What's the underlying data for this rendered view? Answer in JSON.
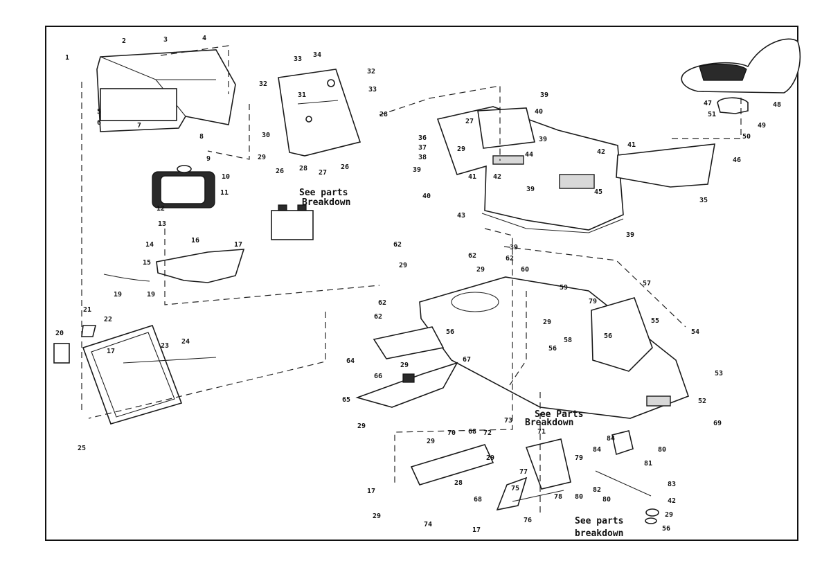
{
  "notes": {
    "see_parts_breakdown_1": [
      "See parts",
      "Breakdown"
    ],
    "see_parts_breakdown_2": [
      "See Parts",
      "Breakdown"
    ],
    "see_parts_breakdown_3": [
      "See parts",
      "breakdown"
    ]
  },
  "callouts": [
    "1",
    "2",
    "3",
    "4",
    "5",
    "6",
    "7",
    "8",
    "9",
    "10",
    "11",
    "12",
    "13",
    "14",
    "15",
    "16",
    "17",
    "19",
    "19",
    "20",
    "21",
    "22",
    "17",
    "23",
    "24",
    "25",
    "33",
    "34",
    "32",
    "32",
    "31",
    "33",
    "28",
    "30",
    "29",
    "26",
    "28",
    "27",
    "26",
    "27",
    "29",
    "36",
    "37",
    "38",
    "39",
    "40",
    "41",
    "42",
    "39",
    "43",
    "39",
    "40",
    "39",
    "44",
    "42",
    "41",
    "46",
    "45",
    "35",
    "39",
    "47",
    "48",
    "51",
    "49",
    "50",
    "62",
    "29",
    "62",
    "62",
    "29",
    "39",
    "60",
    "59",
    "79",
    "62",
    "62",
    "29",
    "56",
    "64",
    "29",
    "66",
    "65",
    "29",
    "67",
    "58",
    "56",
    "57",
    "56",
    "55",
    "54",
    "53",
    "52",
    "69",
    "29",
    "70",
    "68",
    "72",
    "73",
    "71",
    "28",
    "68",
    "17",
    "29",
    "74",
    "75",
    "76",
    "77",
    "78",
    "80",
    "79",
    "84",
    "84",
    "80",
    "81",
    "82",
    "80",
    "83",
    "42",
    "29",
    "56",
    "17",
    "29"
  ],
  "icons": [
    "seat-icon",
    "fuel-tank-icon",
    "battery-icon",
    "hood-icon",
    "dash-panel-icon",
    "fender-deck-icon",
    "frame-chassis-icon",
    "axle-bracket-icon",
    "pedal-bracket-icon"
  ]
}
